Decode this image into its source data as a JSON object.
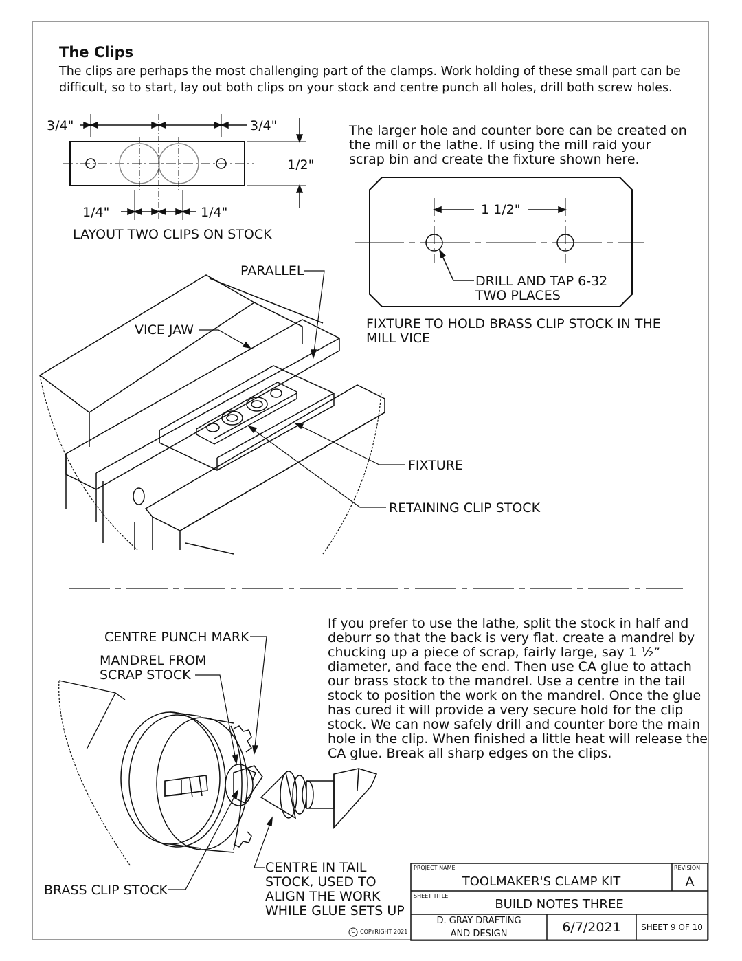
{
  "section": {
    "title": "The Clips",
    "intro_1": "The clips are perhaps the most challenging part of the clamps. Work holding of these small part can be",
    "intro_2": "difficult, so to start, lay out both clips on your stock and centre punch all holes, drill both screw holes."
  },
  "layout_drawing": {
    "dim_left": "3/4\"",
    "dim_right": "3/4\"",
    "dim_height": "1/2\"",
    "dim_bottom_left": "1/4\"",
    "dim_bottom_right": "1/4\"",
    "caption": "LAYOUT TWO CLIPS ON STOCK"
  },
  "mill_note": {
    "line_1": "The larger hole and counter bore can be created on",
    "line_2": "the mill or the lathe. If using the mill raid your",
    "line_3": "scrap bin and create the fixture shown here."
  },
  "fixture_drawing": {
    "dim_spacing": "1 1/2\"",
    "callout_1": "DRILL AND TAP 6-32",
    "callout_2": "TWO PLACES",
    "caption_1": "FIXTURE TO HOLD BRASS CLIP STOCK IN THE",
    "caption_2": "MILL VICE"
  },
  "vice_drawing": {
    "label_parallel": "PARALLEL",
    "label_vice_jaw": "VICE JAW",
    "label_fixture": "FIXTURE",
    "label_clip_stock": "RETAINING CLIP STOCK"
  },
  "lathe_note": {
    "lines": [
      "If you prefer to use the lathe, split the stock in half and",
      "deburr so that the back is very flat. create a mandrel by",
      "chucking up a piece of scrap, fairly large, say 1 ½”",
      "diameter, and face the end. Then use CA glue to attach",
      "our brass stock to the mandrel. Use a centre in the tail",
      "stock to position the work on the mandrel. Once the glue",
      "has cured it will provide a very secure hold for the clip",
      "stock. We can now safely drill and counter bore the main",
      "hole in the clip. When finished a little heat will release the",
      "CA glue. Break all sharp edges on the clips."
    ]
  },
  "lathe_drawing": {
    "label_punch": "CENTRE PUNCH MARK",
    "label_mandrel_1": "MANDREL FROM",
    "label_mandrel_2": "SCRAP STOCK",
    "label_brass": "BRASS CLIP STOCK",
    "label_centre_1": "CENTRE IN TAIL",
    "label_centre_2": "STOCK, USED TO",
    "label_centre_3": "ALIGN THE WORK",
    "label_centre_4": "WHILE GLUE SETS UP"
  },
  "title_block": {
    "project_name_label": "PROJECT NAME",
    "project_name": "TOOLMAKER'S CLAMP KIT",
    "revision_label": "REVISION",
    "revision": "A",
    "sheet_title_label": "SHEET TITLE",
    "sheet_title": "BUILD NOTES THREE",
    "company_1": "D. GRAY DRAFTING",
    "company_2": "AND DESIGN",
    "date": "6/7/2021",
    "sheet": "SHEET 9 OF 10",
    "copyright_symbol": "C",
    "copyright": "COPYRIGHT 2021"
  }
}
